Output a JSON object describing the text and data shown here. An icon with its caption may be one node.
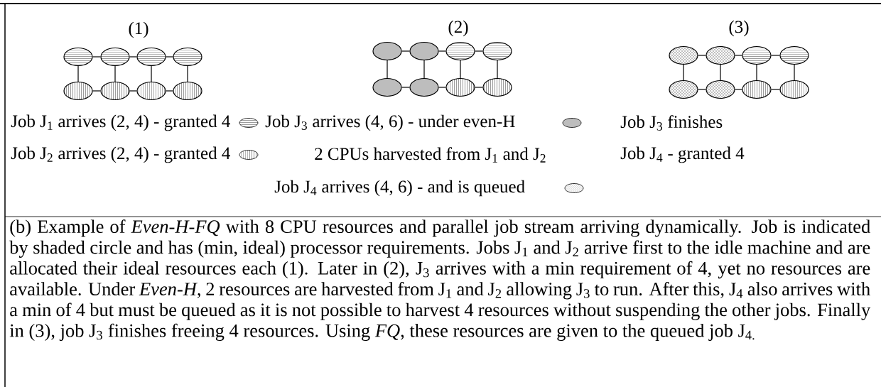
{
  "diagram": {
    "caption": "(b) Example of *Even-H-FQ* with 8 CPU resources and parallel job stream arriving dynamically. Job is indicated by shaded circle and has (min, ideal) processor requirements. Jobs J$_{1}$ and J$_{2}$ arrive first to the idle machine and are allocated their ideal resources each (1). Later in (2), J$_{3}$ arrives with a min requirement of 4, yet no resources are available. Under *Even-H*, 2 resources are harvested from J$_{1}$ and J$_{2}$ allowing J$_{3}$ to run. After this, J$_{4}$ also arrives with a min of 4 but must be queued as it is not possible to harvest 4 resources without suspending the other jobs. Finally in (3), job J$_{3}$ finishes freeing 4 resources. Using *FQ*, these resources are given to the queued job J$_{4.}$",
    "nodes": [
      {
        "text": [],
        "shape": "circle"
      },
      {
        "text": [],
        "shape": "circle"
      },
      {
        "text": [],
        "shape": "circle"
      },
      {
        "text": [],
        "shape": "circle"
      },
      {
        "text": [],
        "shape": "circle"
      },
      {
        "text": [],
        "shape": "circle"
      },
      {
        "text": [],
        "shape": "circle"
      },
      {
        "text": [],
        "shape": "circle"
      },
      {
        "text": [],
        "shape": "circle"
      },
      {
        "text": [],
        "shape": "circle"
      },
      {
        "text": [],
        "shape": "circle"
      },
      {
        "text": [],
        "shape": "circle"
      },
      {
        "text": [],
        "shape": "circle"
      },
      {
        "text": [],
        "shape": "circle"
      },
      {
        "text": [],
        "shape": "circle"
      },
      {
        "text": [],
        "shape": "circle"
      },
      {
        "text": [],
        "shape": "circle"
      },
      {
        "text": [],
        "shape": "circle"
      },
      {
        "text": [],
        "shape": "circle"
      },
      {
        "text": [],
        "shape": "circle"
      },
      {
        "text": [],
        "shape": "circle"
      },
      {
        "text": [],
        "shape": "circle"
      },
      {
        "text": [],
        "shape": "circle"
      },
      {
        "text": [],
        "shape": "circle"
      }
    ],
    "edges": [
      {
        "from": 0,
        "to": 1,
        "arrow": "none"
      },
      {
        "from": 1,
        "to": 2,
        "arrow": "none"
      },
      {
        "from": 2,
        "to": 3,
        "arrow": "none"
      },
      {
        "from": 0,
        "to": 4,
        "arrow": "none"
      },
      {
        "from": 1,
        "to": 5,
        "arrow": "none"
      },
      {
        "from": 2,
        "to": 6,
        "arrow": "none"
      },
      {
        "from": 3,
        "to": 7,
        "arrow": "none"
      },
      {
        "from": 4,
        "to": 5,
        "arrow": "none"
      },
      {
        "from": 5,
        "to": 6,
        "arrow": "none"
      },
      {
        "from": 6,
        "to": 7,
        "arrow": "none"
      },
      {
        "from": 8,
        "to": 9,
        "arrow": "none"
      },
      {
        "from": 9,
        "to": 10,
        "arrow": "none"
      },
      {
        "from": 10,
        "to": 11,
        "arrow": "none"
      },
      {
        "from": 8,
        "to": 12,
        "arrow": "none"
      },
      {
        "from": 9,
        "to": 13,
        "arrow": "none"
      },
      {
        "from": 10,
        "to": 14,
        "arrow": "none"
      },
      {
        "from": 11,
        "to": 15,
        "arrow": "none"
      },
      {
        "from": 12,
        "to": 13,
        "arrow": "none"
      },
      {
        "from": 13,
        "to": 14,
        "arrow": "none"
      },
      {
        "from": 14,
        "to": 15,
        "arrow": "none"
      },
      {
        "from": 16,
        "to": 17,
        "arrow": "none"
      },
      {
        "from": 17,
        "to": 18,
        "arrow": "none"
      },
      {
        "from": 18,
        "to": 19,
        "arrow": "none"
      },
      {
        "from": 16,
        "to": 20,
        "arrow": "none"
      },
      {
        "from": 17,
        "to": 21,
        "arrow": "none"
      },
      {
        "from": 18,
        "to": 22,
        "arrow": "none"
      },
      {
        "from": 19,
        "to": 23,
        "arrow": "none"
      },
      {
        "from": 20,
        "to": 21,
        "arrow": "none"
      },
      {
        "from": 21,
        "to": 22,
        "arrow": "none"
      },
      {
        "from": 22,
        "to": 23,
        "arrow": "none"
      }
    ],
    "labels": [
      "(1)",
      "(2)",
      "(3)",
      "Job J$_{1}$ arrives (2, 4) - granted 4",
      "Job J$_{3}$ arrives (4, 6) - under even-H",
      "Job J$_{3}$ finishes",
      "Job J$_{2}$ arrives (2, 4) - granted 4",
      "2 CPUs harvested from J$_{1}$ and J$_{2}$",
      "Job J$_{4}$ - granted 4",
      "Job J$_{4}$ arrives (4, 6) - and is queued"
    ]
  }
}
